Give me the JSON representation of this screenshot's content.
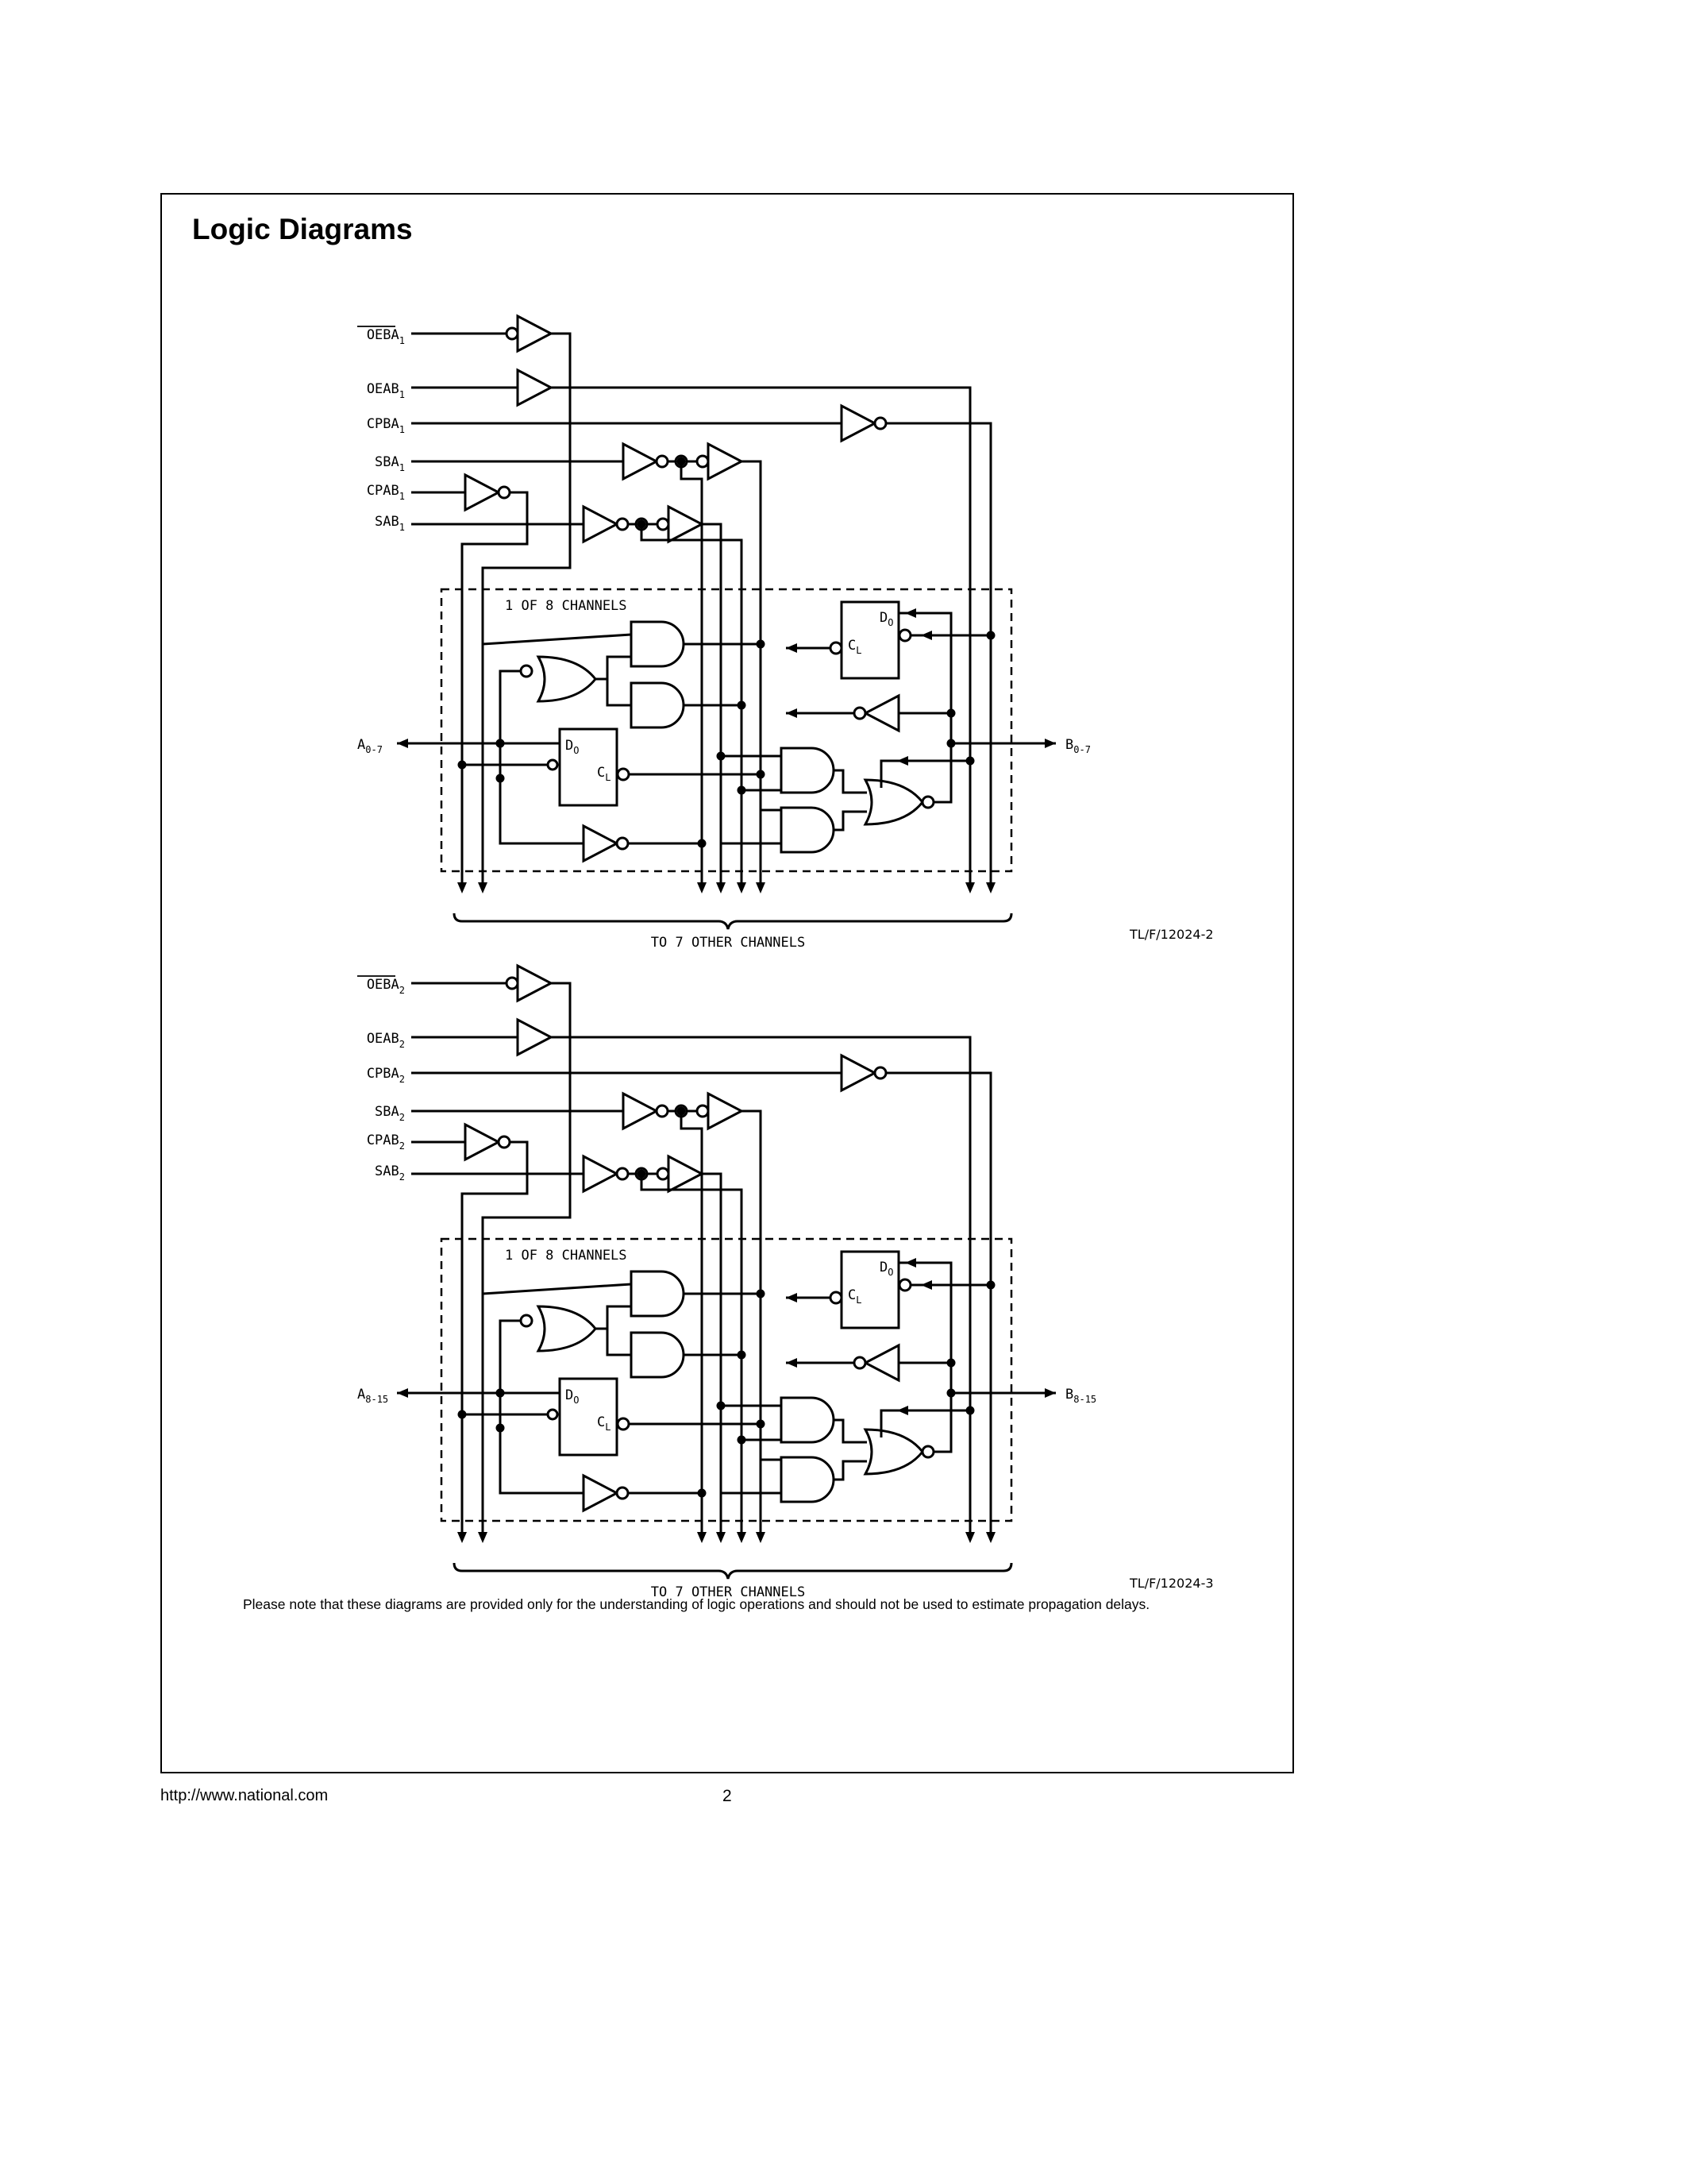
{
  "page": {
    "title": "Logic Diagrams",
    "note": "Please note that these diagrams are provided only for the understanding of logic operations and should not be used to estimate propagation delays.",
    "footer_url": "http://www.national.com",
    "page_number": "2"
  },
  "diagrams": [
    {
      "signals": {
        "oeba_base": "OEBA",
        "oeba_sub": "1",
        "oeab_base": "OEAB",
        "oeab_sub": "1",
        "cpba_base": "CPBA",
        "cpba_sub": "1",
        "sba_base": "SBA",
        "sba_sub": "1",
        "cpab_base": "CPAB",
        "cpab_sub": "1",
        "sab_base": "SAB",
        "sab_sub": "1"
      },
      "port_a_base": "A",
      "port_a_sub": "0-7",
      "port_b_base": "B",
      "port_b_sub": "0-7",
      "channel_label": "1 OF 8 CHANNELS",
      "other_channels": "TO 7 OTHER CHANNELS",
      "flipflop_d": "D",
      "flipflop_d_sub": "O",
      "flipflop_c": "C",
      "flipflop_c_sub": "L",
      "figure_id": "TL/F/12024-2"
    },
    {
      "signals": {
        "oeba_base": "OEBA",
        "oeba_sub": "2",
        "oeab_base": "OEAB",
        "oeab_sub": "2",
        "cpba_base": "CPBA",
        "cpba_sub": "2",
        "sba_base": "SBA",
        "sba_sub": "2",
        "cpab_base": "CPAB",
        "cpab_sub": "2",
        "sab_base": "SAB",
        "sab_sub": "2"
      },
      "port_a_base": "A",
      "port_a_sub": "8-15",
      "port_b_base": "B",
      "port_b_sub": "8-15",
      "channel_label": "1 OF 8 CHANNELS",
      "other_channels": "TO 7 OTHER CHANNELS",
      "flipflop_d": "D",
      "flipflop_d_sub": "O",
      "flipflop_c": "C",
      "flipflop_c_sub": "L",
      "figure_id": "TL/F/12024-3"
    }
  ]
}
